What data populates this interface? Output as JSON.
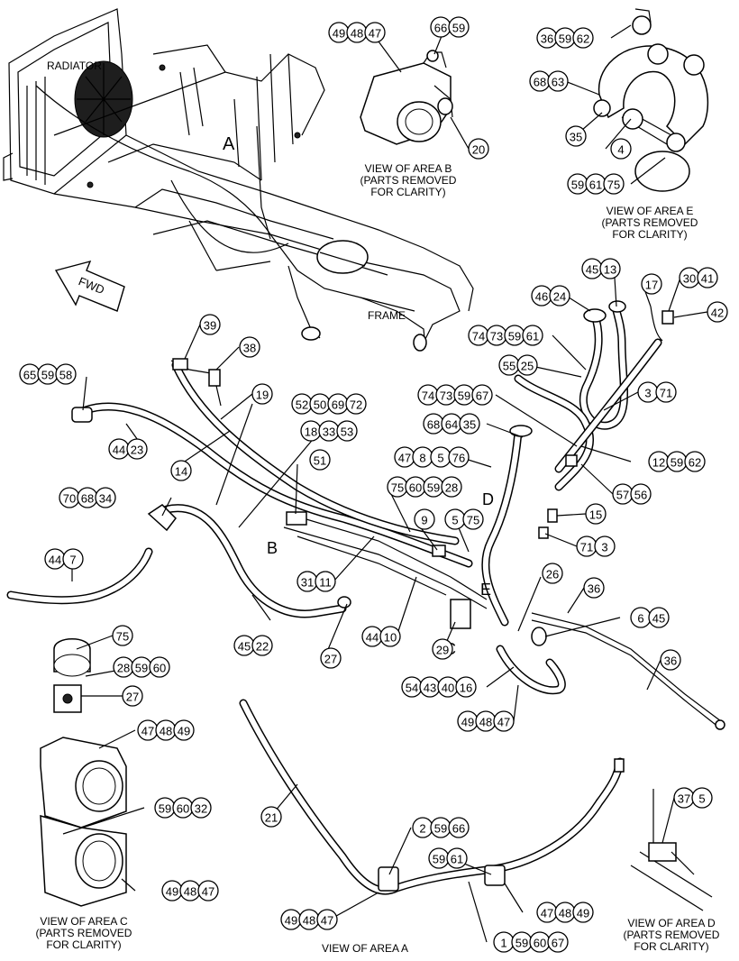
{
  "labels": {
    "radiator": "RADIATOR",
    "frame": "FRAME",
    "fwd": "FWD",
    "area_a_letter": "A",
    "area_b_letter": "B",
    "area_c_letter": "C",
    "area_d_letter": "D",
    "area_e_letter": "E"
  },
  "captions": {
    "view_b": [
      "VIEW OF AREA B",
      "(PARTS REMOVED",
      "FOR CLARITY)"
    ],
    "view_e": [
      "VIEW OF AREA E",
      "(PARTS REMOVED",
      "FOR CLARITY)"
    ],
    "view_c": [
      "VIEW OF AREA C",
      "(PARTS REMOVED",
      "FOR CLARITY)"
    ],
    "view_d": [
      "VIEW OF AREA D",
      "(PARTS REMOVED",
      "FOR CLARITY)"
    ],
    "view_a": "VIEW OF AREA  A"
  },
  "callouts": [
    {
      "id": "b1",
      "numbers": [
        "49",
        "48",
        "47"
      ]
    },
    {
      "id": "b2",
      "numbers": [
        "66",
        "59"
      ]
    },
    {
      "id": "b3",
      "numbers": [
        "20"
      ]
    },
    {
      "id": "b4",
      "numbers": [
        "36",
        "59",
        "62"
      ]
    },
    {
      "id": "b5",
      "numbers": [
        "68",
        "63"
      ]
    },
    {
      "id": "b6",
      "numbers": [
        "35"
      ]
    },
    {
      "id": "b7",
      "numbers": [
        "4"
      ]
    },
    {
      "id": "b8",
      "numbers": [
        "59",
        "61",
        "75"
      ]
    },
    {
      "id": "b9",
      "numbers": [
        "45",
        "13"
      ]
    },
    {
      "id": "b10",
      "numbers": [
        "30",
        "41"
      ]
    },
    {
      "id": "b11",
      "numbers": [
        "46",
        "24"
      ]
    },
    {
      "id": "b12",
      "numbers": [
        "17"
      ]
    },
    {
      "id": "b13",
      "numbers": [
        "42"
      ]
    },
    {
      "id": "b14",
      "numbers": [
        "39"
      ]
    },
    {
      "id": "b15",
      "numbers": [
        "38"
      ]
    },
    {
      "id": "b16",
      "numbers": [
        "74",
        "73",
        "59",
        "61"
      ]
    },
    {
      "id": "b17",
      "numbers": [
        "55",
        "25"
      ]
    },
    {
      "id": "b18",
      "numbers": [
        "65",
        "59",
        "58"
      ]
    },
    {
      "id": "b19",
      "numbers": [
        "19"
      ]
    },
    {
      "id": "b20",
      "numbers": [
        "74",
        "73",
        "59",
        "67"
      ]
    },
    {
      "id": "b21",
      "numbers": [
        "3",
        "71"
      ]
    },
    {
      "id": "b22",
      "numbers": [
        "52",
        "50",
        "69",
        "72"
      ]
    },
    {
      "id": "b23",
      "numbers": [
        "18",
        "33",
        "53"
      ]
    },
    {
      "id": "b24",
      "numbers": [
        "68",
        "64",
        "35"
      ]
    },
    {
      "id": "b25",
      "numbers": [
        "44",
        "23"
      ]
    },
    {
      "id": "b26",
      "numbers": [
        "47",
        "8",
        "5",
        "76"
      ]
    },
    {
      "id": "b27",
      "numbers": [
        "12",
        "59",
        "62"
      ]
    },
    {
      "id": "b28",
      "numbers": [
        "14"
      ]
    },
    {
      "id": "b29",
      "numbers": [
        "51"
      ]
    },
    {
      "id": "b30",
      "numbers": [
        "75",
        "60",
        "59",
        "28"
      ]
    },
    {
      "id": "b31",
      "numbers": [
        "57",
        "56"
      ]
    },
    {
      "id": "b32",
      "numbers": [
        "70",
        "68",
        "34"
      ]
    },
    {
      "id": "b33",
      "numbers": [
        "15"
      ]
    },
    {
      "id": "b34",
      "numbers": [
        "9"
      ]
    },
    {
      "id": "b35",
      "numbers": [
        "5",
        "75"
      ]
    },
    {
      "id": "b36",
      "numbers": [
        "71",
        "3"
      ]
    },
    {
      "id": "b37",
      "numbers": [
        "44",
        "7"
      ]
    },
    {
      "id": "b38",
      "numbers": [
        "31",
        "11"
      ]
    },
    {
      "id": "b39",
      "numbers": [
        "26"
      ]
    },
    {
      "id": "b40",
      "numbers": [
        "36"
      ]
    },
    {
      "id": "b41",
      "numbers": [
        "6",
        "45"
      ]
    },
    {
      "id": "b42",
      "numbers": [
        "75"
      ]
    },
    {
      "id": "b43",
      "numbers": [
        "45",
        "22"
      ]
    },
    {
      "id": "b44",
      "numbers": [
        "44",
        "10"
      ]
    },
    {
      "id": "b45",
      "numbers": [
        "28",
        "59",
        "60"
      ]
    },
    {
      "id": "b46",
      "numbers": [
        "27"
      ]
    },
    {
      "id": "b47",
      "numbers": [
        "29"
      ]
    },
    {
      "id": "b48",
      "numbers": [
        "27"
      ]
    },
    {
      "id": "b49",
      "numbers": [
        "36"
      ]
    },
    {
      "id": "b50",
      "numbers": [
        "54",
        "43",
        "40",
        "16"
      ]
    },
    {
      "id": "b51",
      "numbers": [
        "47",
        "48",
        "49"
      ]
    },
    {
      "id": "b52",
      "numbers": [
        "49",
        "48",
        "47"
      ]
    },
    {
      "id": "b53",
      "numbers": [
        "59",
        "60",
        "32"
      ]
    },
    {
      "id": "b54",
      "numbers": [
        "21"
      ]
    },
    {
      "id": "b55",
      "numbers": [
        "37",
        "5"
      ]
    },
    {
      "id": "b56",
      "numbers": [
        "2",
        "59",
        "66"
      ]
    },
    {
      "id": "b57",
      "numbers": [
        "59",
        "61"
      ]
    },
    {
      "id": "b58",
      "numbers": [
        "49",
        "48",
        "47"
      ]
    },
    {
      "id": "b59",
      "numbers": [
        "47",
        "48",
        "49"
      ]
    },
    {
      "id": "b60",
      "numbers": [
        "49",
        "48",
        "47"
      ]
    },
    {
      "id": "b61",
      "numbers": [
        "1",
        "59",
        "60",
        "67"
      ]
    }
  ]
}
